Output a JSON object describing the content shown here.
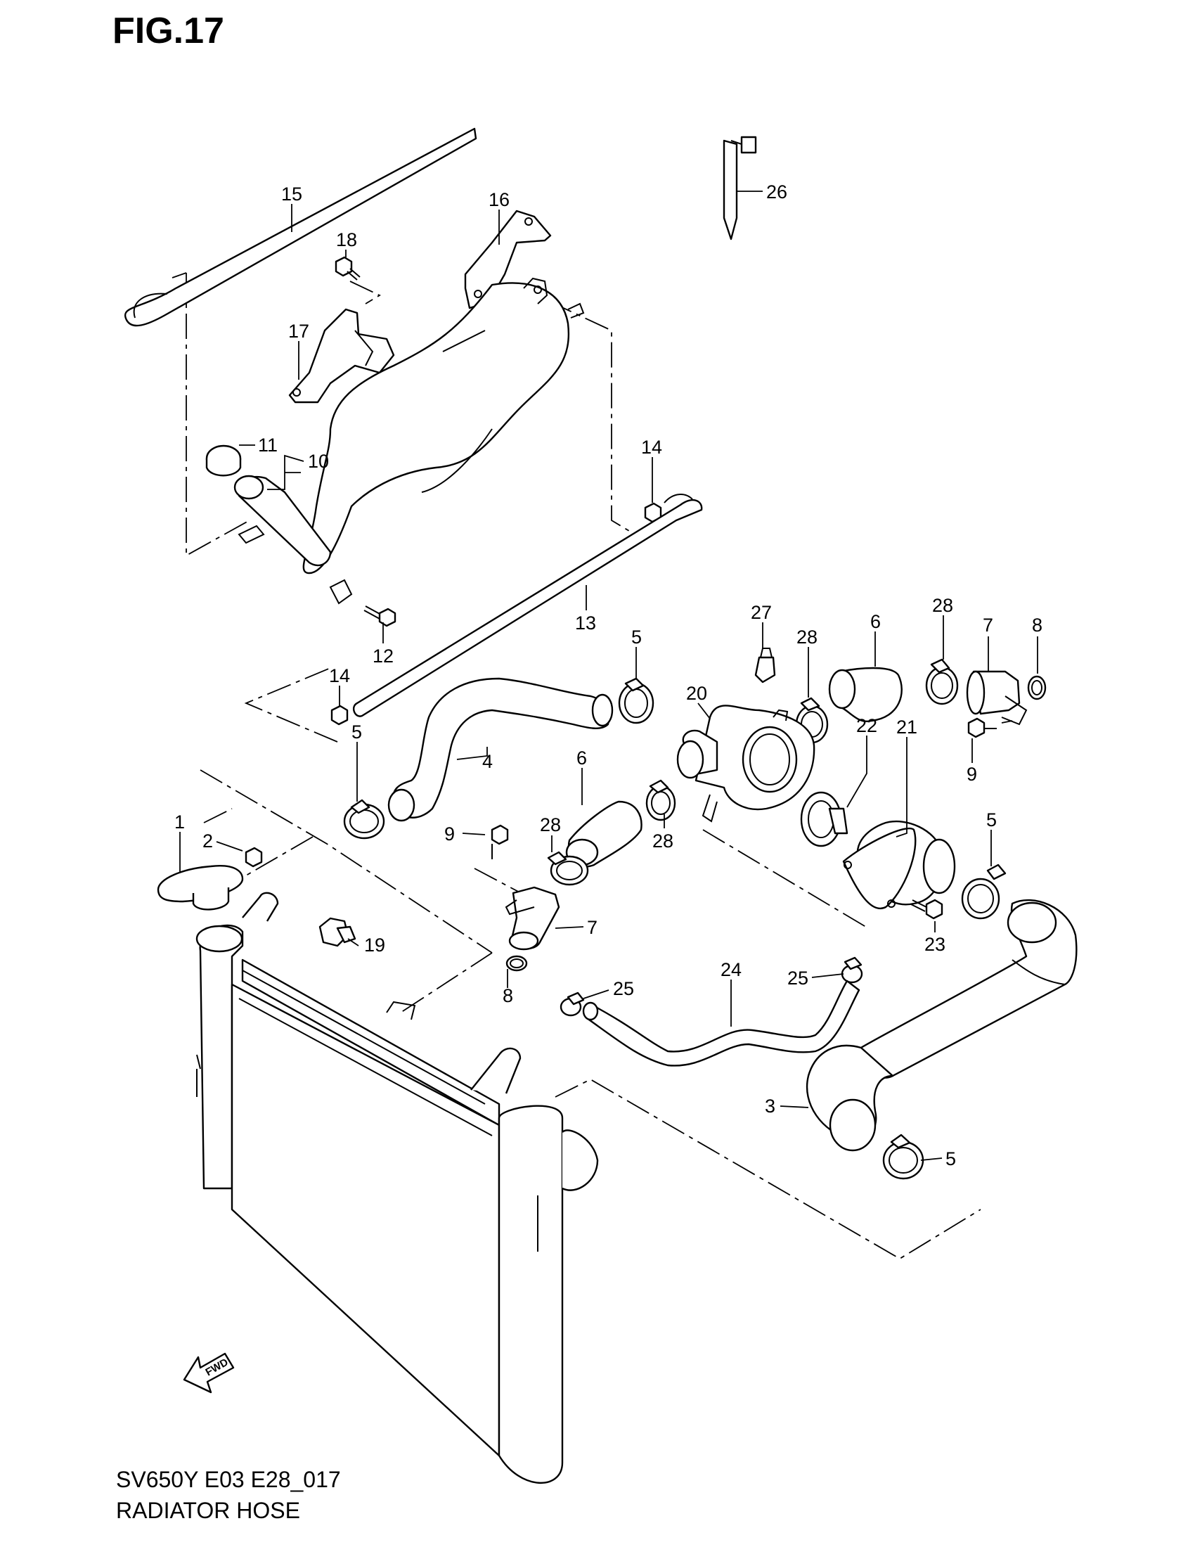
{
  "figure": {
    "title": "FIG.17",
    "model_code": "SV650Y E03 E28_017",
    "name": "RADIATOR HOSE",
    "fwd_label": "FWD"
  },
  "callouts": [
    "1",
    "2",
    "3",
    "4",
    "5",
    "5",
    "5",
    "5",
    "6",
    "6",
    "7",
    "7",
    "8",
    "8",
    "9",
    "9",
    "10",
    "11",
    "12",
    "13",
    "14",
    "14",
    "15",
    "16",
    "17",
    "18",
    "19",
    "20",
    "21",
    "22",
    "23",
    "24",
    "25",
    "25",
    "26",
    "27",
    "28",
    "28",
    "28",
    "28"
  ],
  "icons": {
    "fwd_arrow": "fwd-arrow-icon"
  }
}
